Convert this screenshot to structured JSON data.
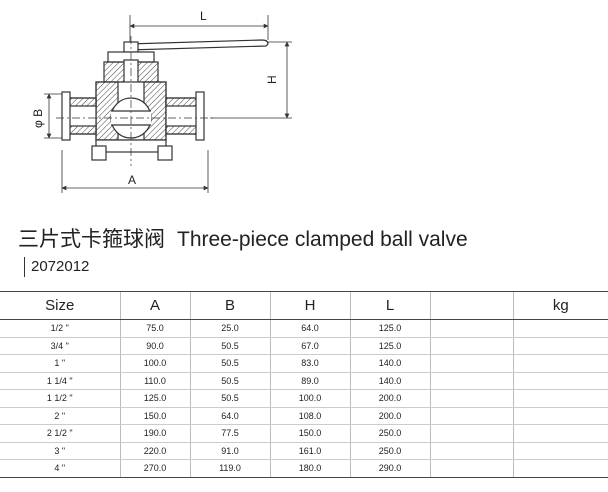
{
  "drawing": {
    "label_L": "L",
    "label_H": "H",
    "label_A": "A",
    "label_B": "φ B"
  },
  "title": {
    "zh": "三片式卡箍球阀",
    "en": "Three-piece clamped ball valve"
  },
  "code": "2072012",
  "table": {
    "headers": [
      "Size",
      "A",
      "B",
      "H",
      "L",
      "",
      "kg"
    ],
    "rows": [
      [
        "1/2 \"",
        "75.0",
        "25.0",
        "64.0",
        "125.0",
        "",
        ""
      ],
      [
        "3/4 \"",
        "90.0",
        "50.5",
        "67.0",
        "125.0",
        "",
        ""
      ],
      [
        "1 \"",
        "100.0",
        "50.5",
        "83.0",
        "140.0",
        "",
        ""
      ],
      [
        "1 1/4 \"",
        "110.0",
        "50.5",
        "89.0",
        "140.0",
        "",
        ""
      ],
      [
        "1 1/2 \"",
        "125.0",
        "50.5",
        "100.0",
        "200.0",
        "",
        ""
      ],
      [
        "2 \"",
        "150.0",
        "64.0",
        "108.0",
        "200.0",
        "",
        ""
      ],
      [
        "2 1/2 \"",
        "190.0",
        "77.5",
        "150.0",
        "250.0",
        "",
        ""
      ],
      [
        "3 \"",
        "220.0",
        "91.0",
        "161.0",
        "250.0",
        "",
        ""
      ],
      [
        "4 \"",
        "270.0",
        "119.0",
        "180.0",
        "290.0",
        "",
        ""
      ]
    ]
  }
}
